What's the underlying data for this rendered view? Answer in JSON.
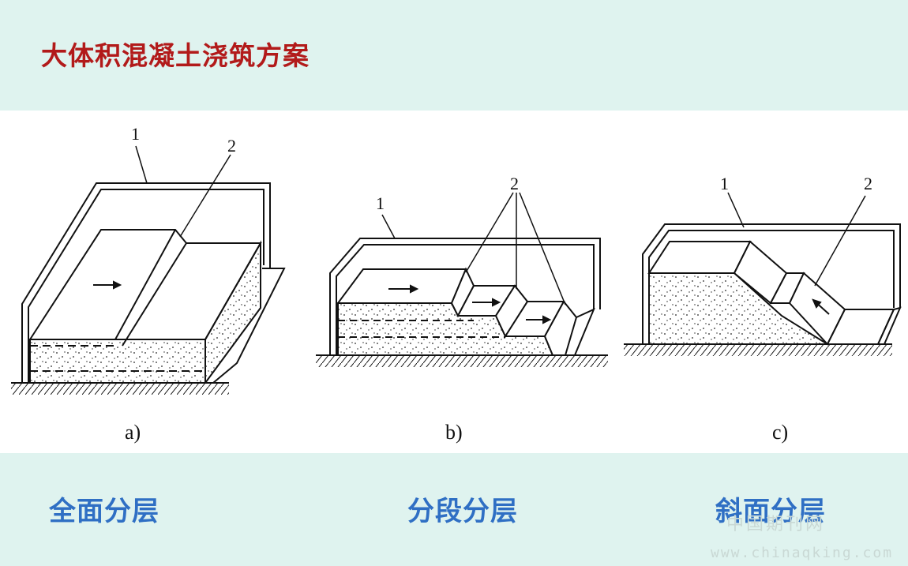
{
  "title": "大体积混凝土浇筑方案",
  "diagrams": [
    {
      "sub_label": "a)",
      "callouts": [
        "1",
        "2"
      ],
      "caption": "全面分层"
    },
    {
      "sub_label": "b)",
      "callouts": [
        "1",
        "2"
      ],
      "caption": "分段分层"
    },
    {
      "sub_label": "c)",
      "callouts": [
        "1",
        "2"
      ],
      "caption": "斜面分层"
    }
  ],
  "watermark": {
    "cn": "中国期刊网",
    "url": "www.chinaqking.com"
  },
  "colors": {
    "background": "#dff3ef",
    "title": "#b21a1a",
    "caption": "#2f6fc4"
  }
}
